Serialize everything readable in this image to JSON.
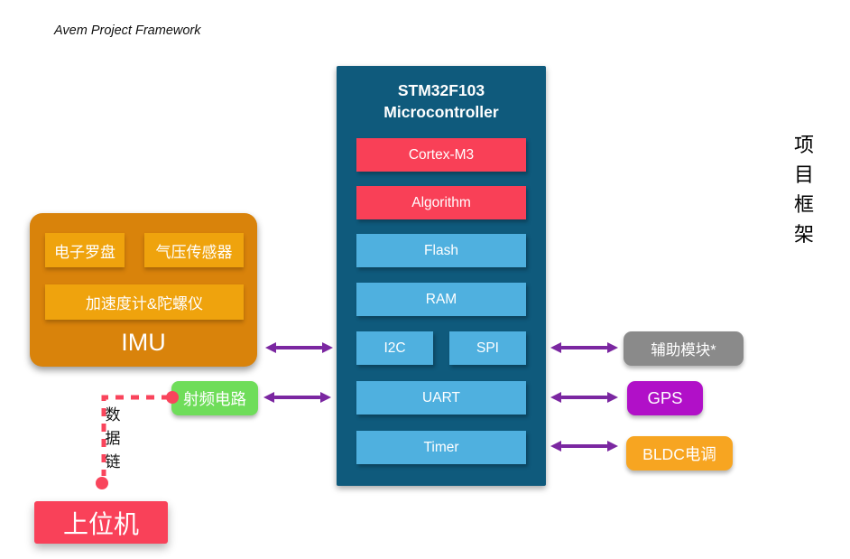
{
  "title": "Avem Project Framework",
  "side_label": {
    "text": "项目框架",
    "chars": [
      "项",
      "目",
      "框",
      "架"
    ]
  },
  "mcu": {
    "title_line1": "STM32F103",
    "title_line2": "Microcontroller",
    "blocks": [
      {
        "label": "Cortex-M3",
        "type": "core"
      },
      {
        "label": "Algorithm",
        "type": "core"
      },
      {
        "label": "Flash",
        "type": "memory"
      },
      {
        "label": "RAM",
        "type": "memory"
      },
      {
        "label": "I2C",
        "type": "peripheral-bus"
      },
      {
        "label": "SPI",
        "type": "peripheral-bus"
      },
      {
        "label": "UART",
        "type": "peripheral-bus"
      },
      {
        "label": "Timer",
        "type": "peripheral-bus"
      }
    ]
  },
  "imu": {
    "label": "IMU",
    "sensors": [
      {
        "label": "电子罗盘"
      },
      {
        "label": "气压传感器"
      },
      {
        "label": "加速度计&陀螺仪"
      }
    ]
  },
  "rf": {
    "label": "射频电路"
  },
  "host": {
    "label": "上位机"
  },
  "datalink": {
    "text": "数据链",
    "chars": [
      "数",
      "据",
      "链"
    ]
  },
  "peripherals": [
    {
      "label": "辅助模块*",
      "connected_via": "I2C/SPI"
    },
    {
      "label": "GPS",
      "connected_via": "UART"
    },
    {
      "label": "BLDC电调",
      "connected_via": "Timer"
    }
  ],
  "colors": {
    "mcu_bg": "#0F5A7C",
    "core_block": "#F94057",
    "memory_block": "#4FB0DF",
    "imu_bg": "#D9830B",
    "imu_sensor_bg": "#EFA30D",
    "rf_bg": "#6FDD5A",
    "host_bg": "#F94159",
    "aux_bg": "#8A8A8A",
    "gps_bg": "#B110C8",
    "bldc_bg": "#F7A521",
    "arrow": "#7B27A1",
    "datalink": "#F9455C"
  }
}
